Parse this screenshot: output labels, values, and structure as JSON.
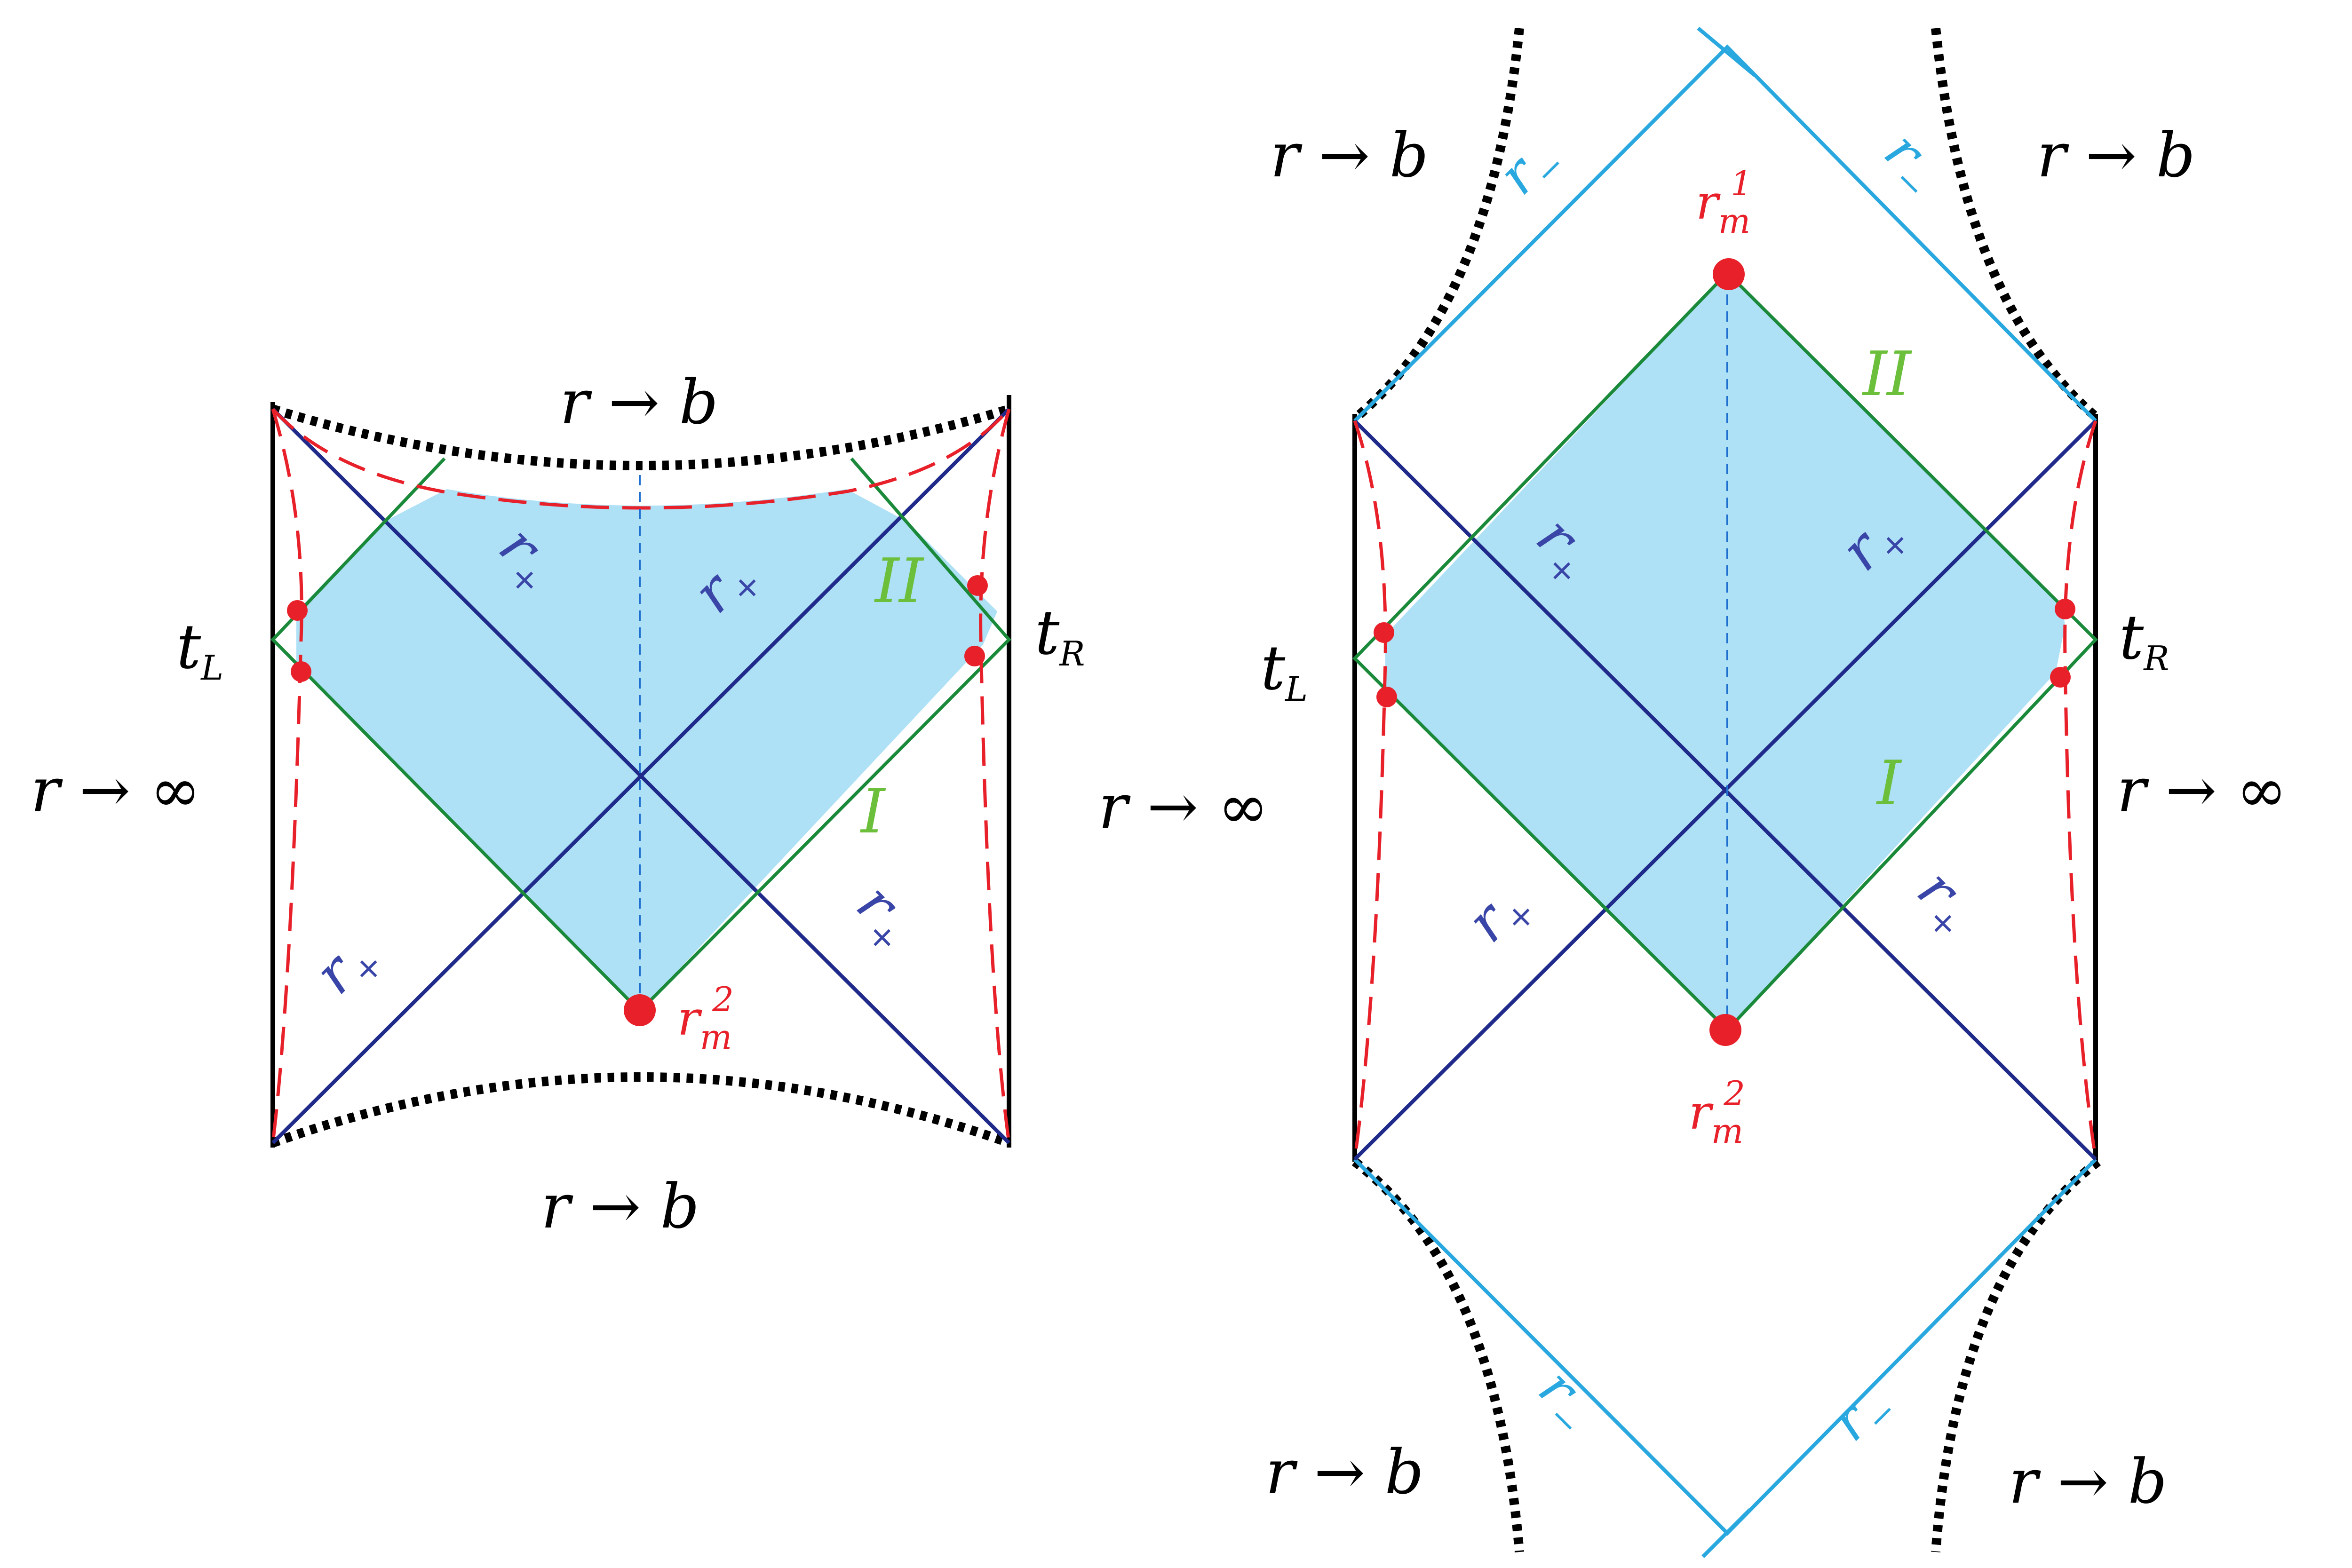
{
  "colors": {
    "boundary": "#000000",
    "horizon_plus": "#1f2a8a",
    "horizon_minus": "#29a8e0",
    "region_edge": "#1a8a3a",
    "shade": "#aee0f6",
    "red": "#e8202a",
    "region_label": "#6cbf3a"
  },
  "left": {
    "top_label": "r → b",
    "bottom_label": "r → b",
    "left_label": "r → ∞",
    "tl_main": "t",
    "tl_sub": "L",
    "tr_main": "t",
    "tr_sub": "R",
    "region_I": "I",
    "region_II": "II",
    "rplus_main": "r",
    "rplus_sub": "+",
    "rm2_main": "r",
    "rm2_sub": "m",
    "rm2_sup": "2"
  },
  "right": {
    "top_left_label": "r → b",
    "top_right_label": "r → b",
    "bottom_left_label": "r → b",
    "bottom_right_label": "r → b",
    "left_label": "r → ∞",
    "right_label": "r → ∞",
    "tl_main": "t",
    "tl_sub": "L",
    "tr_main": "t",
    "tr_sub": "R",
    "region_I": "I",
    "region_II": "II",
    "rplus_main": "r",
    "rplus_sub": "+",
    "rminus_main": "r",
    "rminus_sub": "−",
    "rm1_main": "r",
    "rm1_sub": "m",
    "rm1_sup": "1",
    "rm2_main": "r",
    "rm2_sub": "m",
    "rm2_sup": "2"
  }
}
